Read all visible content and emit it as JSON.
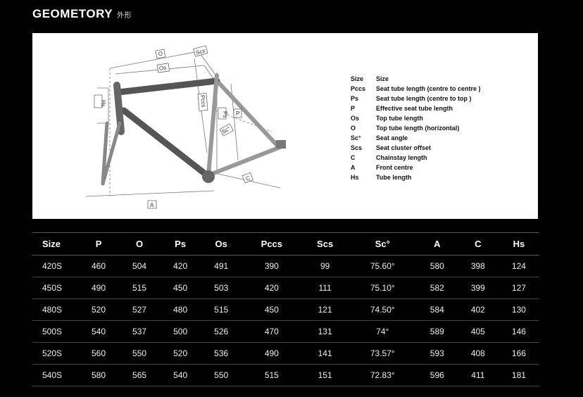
{
  "header": {
    "title": "GEOMETORY",
    "subtitle": "外形"
  },
  "diagram_labels": {
    "O": "O",
    "Os": "Os",
    "Scs": "Scs",
    "Hs": "Hs",
    "Pccs": "Pccs",
    "Ps": "Ps",
    "P": "P",
    "Sc": "Sc°",
    "C": "C",
    "A": "A"
  },
  "legend": [
    {
      "code": "Size",
      "desc": "Size"
    },
    {
      "code": "Pccs",
      "desc": "Seat tube length (centre to centre )"
    },
    {
      "code": "Ps",
      "desc": "Seat tube length (centre to top )"
    },
    {
      "code": "P",
      "desc": "Effective seat tube length"
    },
    {
      "code": "Os",
      "desc": "Top tube length"
    },
    {
      "code": "O",
      "desc": "Top tube length (horizontal)"
    },
    {
      "code": "Sc°",
      "desc": "Seat angle"
    },
    {
      "code": "Scs",
      "desc": "Seat cluster offset"
    },
    {
      "code": "C",
      "desc": "Chainstay length"
    },
    {
      "code": "A",
      "desc": "Front centre"
    },
    {
      "code": "Hs",
      "desc": "Tube length"
    }
  ],
  "table": {
    "headers": [
      "Size",
      "P",
      "O",
      "Ps",
      "Os",
      "Pccs",
      "Scs",
      "Sc°",
      "A",
      "C",
      "Hs"
    ],
    "rows": [
      [
        "420S",
        "460",
        "504",
        "420",
        "491",
        "390",
        "99",
        "75.60°",
        "580",
        "398",
        "124"
      ],
      [
        "450S",
        "490",
        "515",
        "450",
        "503",
        "420",
        "111",
        "75.10°",
        "582",
        "399",
        "127"
      ],
      [
        "480S",
        "520",
        "527",
        "480",
        "515",
        "450",
        "121",
        "74.50°",
        "584",
        "402",
        "130"
      ],
      [
        "500S",
        "540",
        "537",
        "500",
        "526",
        "470",
        "131",
        "74°",
        "589",
        "405",
        "146"
      ],
      [
        "520S",
        "560",
        "550",
        "520",
        "536",
        "490",
        "141",
        "73.57°",
        "593",
        "408",
        "166"
      ],
      [
        "540S",
        "580",
        "565",
        "540",
        "550",
        "515",
        "151",
        "72.83°",
        "596",
        "411",
        "181"
      ]
    ]
  }
}
